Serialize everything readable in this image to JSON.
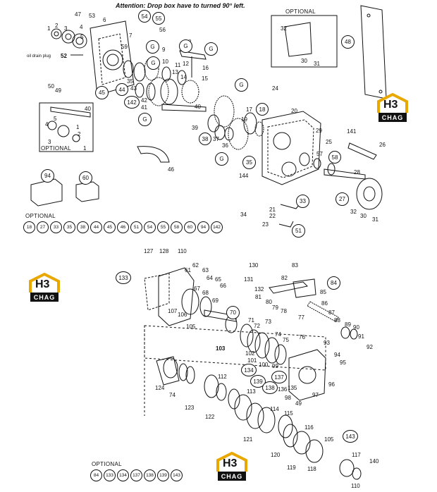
{
  "header": {
    "attention": "Attention: Drop box have to turned 90° left."
  },
  "top": {
    "optional_upper_right": "OPTIONAL",
    "optional_inset": "OPTIONAL",
    "optional_list_title": "OPTIONAL",
    "optional_list": [
      "18",
      "27",
      "33",
      "35",
      "38",
      "44",
      "45",
      "46",
      "51",
      "54",
      "55",
      "58",
      "60",
      "94",
      "142"
    ],
    "oil_drain": "oil drain plug"
  },
  "bottom": {
    "optional_list_title": "OPTIONAL",
    "optional_list": [
      "84",
      "133",
      "134",
      "137",
      "138",
      "139",
      "143"
    ]
  },
  "logo": {
    "mark": "H3",
    "word": "CHAG"
  },
  "labels_top": [
    "47",
    "53",
    "6",
    "4",
    "3",
    "2",
    "1",
    "5",
    "7",
    "52",
    "50",
    "49",
    "35",
    "45",
    "44",
    "43",
    "42",
    "142",
    "59",
    "G",
    "10",
    "9",
    "11",
    "12",
    "13",
    "14",
    "15",
    "16",
    "54",
    "55",
    "56",
    "8",
    "G",
    "40",
    "39",
    "38",
    "37",
    "36",
    "G",
    "17",
    "18",
    "19",
    "24",
    "20",
    "29",
    "25",
    "57",
    "58",
    "141",
    "26",
    "28",
    "27",
    "32",
    "30",
    "31",
    "48",
    "32",
    "30",
    "31",
    "94",
    "60",
    "46",
    "35",
    "144",
    "34",
    "21",
    "22",
    "23",
    "33",
    "51",
    "G",
    "G",
    "G",
    "41",
    "G"
  ],
  "labels_bottom": [
    "127",
    "128",
    "110",
    "133",
    "62",
    "61",
    "63",
    "64",
    "65",
    "66",
    "67",
    "68",
    "107",
    "106",
    "105",
    "69",
    "70",
    "71",
    "72",
    "73",
    "74",
    "75",
    "103",
    "102",
    "101",
    "100",
    "99",
    "134",
    "139",
    "138",
    "137",
    "136",
    "135",
    "98",
    "49",
    "97",
    "96",
    "95",
    "94",
    "93",
    "77",
    "76",
    "78",
    "79",
    "80",
    "81",
    "82",
    "83",
    "84",
    "85",
    "86",
    "87",
    "88",
    "89",
    "90",
    "91",
    "92",
    "130",
    "131",
    "132",
    "124",
    "123",
    "74",
    "112",
    "122",
    "113",
    "114",
    "115",
    "116",
    "121",
    "120",
    "119",
    "118",
    "117",
    "105",
    "143",
    "140",
    "110"
  ],
  "inset_labels": [
    "40",
    "5",
    "4",
    "1",
    "2",
    "3",
    "1"
  ]
}
